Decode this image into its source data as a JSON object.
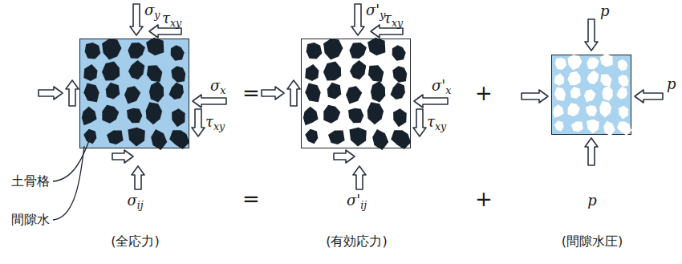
{
  "diagram": {
    "nodes": [
      {
        "text": [
          "σij",
          "(全応力)"
        ]
      },
      {
        "text": [
          "σ'ij",
          "(有効応力)"
        ]
      },
      {
        "text": [
          "p",
          "(間隙水圧)"
        ]
      }
    ],
    "labels": [
      "σy",
      "τxy",
      "σx",
      "τxy",
      "土骨格",
      "間隙水",
      "=",
      "σ'y",
      "τxy",
      "σ'x",
      "τxy",
      "+",
      "p",
      "p",
      "=",
      "+"
    ]
  }
}
